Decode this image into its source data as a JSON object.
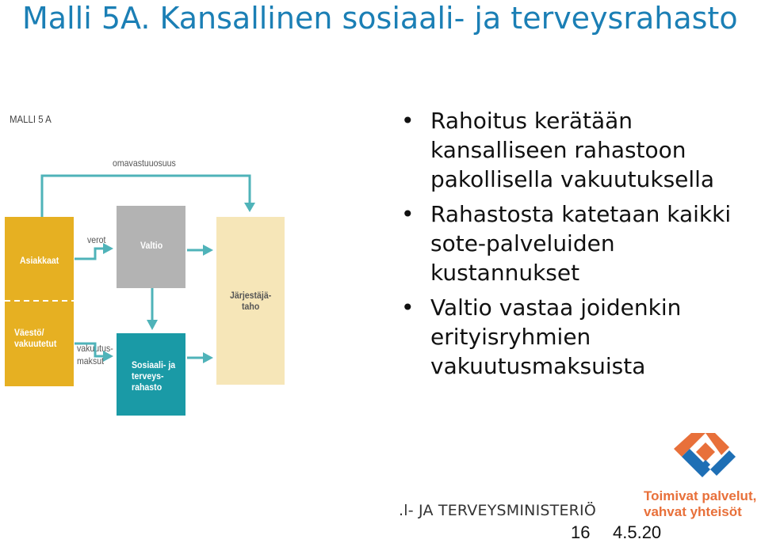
{
  "slide": {
    "title": "Malli 5A. Kansallinen sosiaali- ja terveysrahasto"
  },
  "diagram": {
    "model_label": "MALLI 5 A",
    "omavastuu_label": "omavastuuosuus",
    "verot_label": "verot",
    "vakuutusmaksut_label": "vakuutus-\nmaksut",
    "asiakkaat": "Asiakkaat",
    "vaesto": "Väestö/\nvakuutetut",
    "valtio": "Valtio",
    "rahasto": "Sosiaali- ja\nterveys-\nrahasto",
    "jarjestaja": "Järjestäjä-\ntaho",
    "colors": {
      "asiakkaat": "#e6b022",
      "valtio": "#b3b3b3",
      "rahasto": "#1a9aa6",
      "jarjestaja": "#f6e6b8",
      "arrow": "#4fb3b9"
    }
  },
  "bullets": [
    "Rahoitus kerätään kansalliseen rahastoon pakollisella vakuutuksella",
    "Rahastosta katetaan kaikki sote-palveluiden kustannukset",
    "Valtio vastaa joidenkin erityisryhmien vakuutusmaksuista"
  ],
  "footer": {
    "ministry": ".l- JA TERVEYSMINISTERIÖ",
    "page": "16",
    "date": "4.5.20",
    "slogan_line1": "Toimivat palvelut,",
    "slogan_line2": "vahvat yhteisöt"
  },
  "logo": {
    "icon": "diamond-logo-icon",
    "colors": [
      "#e8703a",
      "#1e6fb5"
    ]
  }
}
